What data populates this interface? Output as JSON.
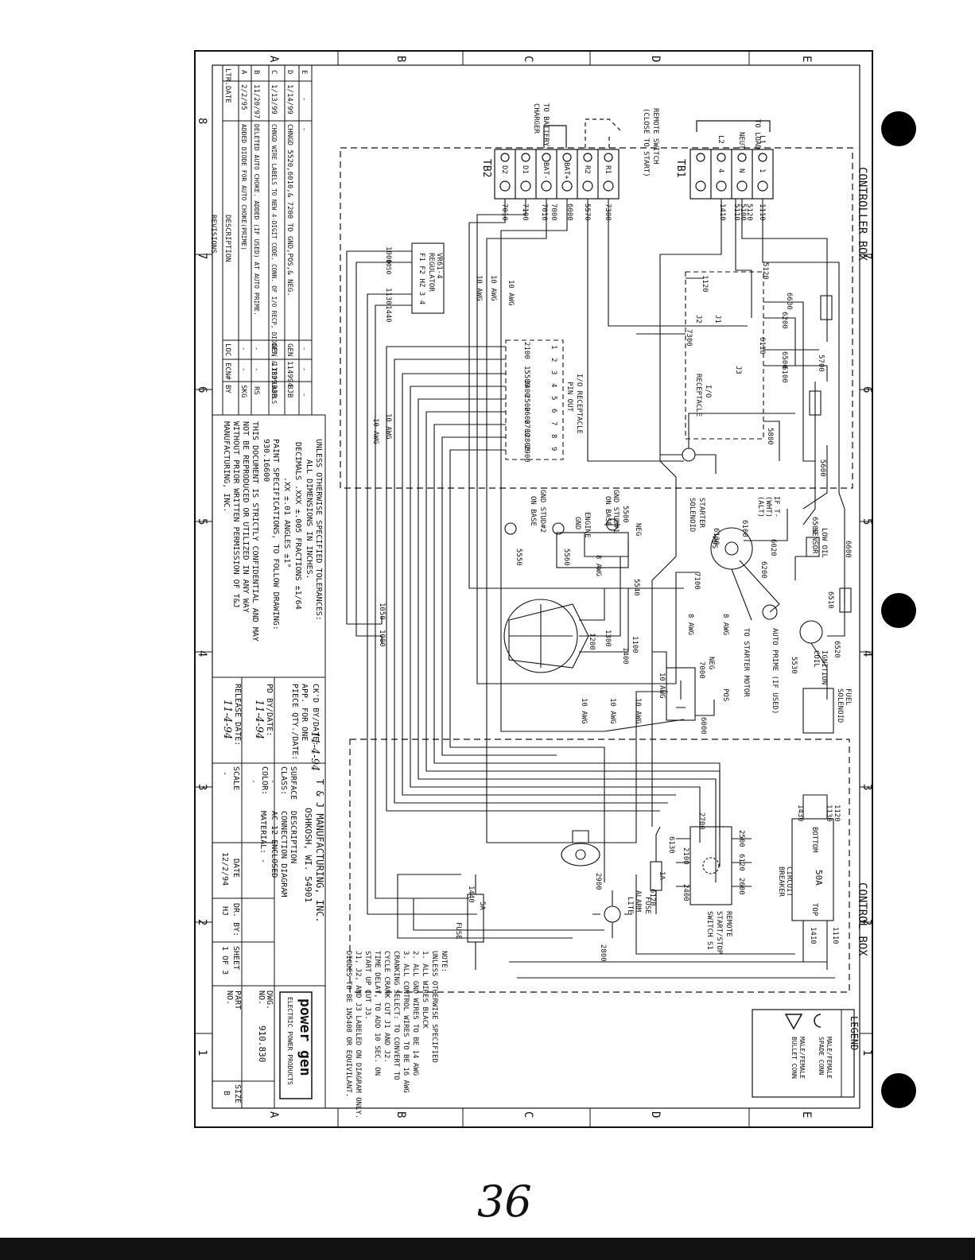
{
  "sheet": {
    "grid_letters": [
      "A",
      "B",
      "C",
      "D",
      "E"
    ],
    "grid_numbers": [
      "8",
      "7",
      "6",
      "5",
      "4",
      "3",
      "2",
      "1"
    ],
    "page_number": "36"
  },
  "boxes": {
    "controller_box": "CONTROLLER BOX",
    "control_box": "CONTROL BOX"
  },
  "tb1": {
    "label": "TB1",
    "to_load": "TO LOAD",
    "terminals": [
      "L1",
      "NEUT",
      "L2"
    ],
    "positions": [
      "1",
      "N",
      "4"
    ],
    "wires": [
      "1110",
      "5120",
      "5100",
      "5110",
      "1410"
    ]
  },
  "tb2": {
    "label": "TB2",
    "remote_switch": [
      "REMOTE SWITCH",
      "(CLOSE TO START)"
    ],
    "battery_charger": [
      "TO BATTERY",
      "CHARGER"
    ],
    "positions": [
      "R1",
      "R2",
      "BAT+",
      "BAT-",
      "D1",
      "D2"
    ],
    "wires": [
      "7300",
      "5570",
      "6000",
      "7000",
      "7010",
      "7100",
      "7010"
    ]
  },
  "regulator": {
    "label": [
      "VR61-4",
      "REGULATOR"
    ],
    "pins": "F1 F2 HZ 3 4",
    "wires": [
      "1000",
      "1050",
      "1130",
      "1440"
    ]
  },
  "io_pinout": {
    "title": [
      "I/O RECEPTACLE",
      "PIN OUT"
    ],
    "pins": [
      "1",
      "2",
      "3",
      "4",
      "5",
      "6",
      "7",
      "8",
      "9"
    ],
    "wires": [
      "2100",
      "15580",
      "2400",
      "2500",
      "2600",
      "2700",
      "12800",
      "2900"
    ]
  },
  "io_receptacle": {
    "label": [
      "I/O",
      "RECEPTACLE"
    ],
    "jumpers": [
      "J1",
      "J2",
      "J3"
    ],
    "wires": [
      "6600",
      "5120",
      "1120",
      "7300",
      "6200",
      "6110",
      "6500",
      "6100",
      "5700",
      "5800",
      "5600"
    ]
  },
  "awg_labels": [
    "10 AWG",
    "8 AWG",
    "10 AWG"
  ],
  "engine": {
    "gnd_stud1": [
      "GND STUD#1",
      "ON BASE"
    ],
    "gnd_stud2": [
      "GND STUD#2",
      "ON BASE"
    ],
    "engine_gnd": [
      "ENGINE",
      "GND"
    ],
    "neg": "NEG",
    "starter_solenoid": [
      "STARTER",
      "SOLENOID"
    ],
    "pos": "POS",
    "if_t_wht": [
      "IF T-",
      "(WHT)",
      "(ALT)"
    ],
    "low_oil": [
      "LOW OIL",
      "SENSOR"
    ],
    "to_starter_motor": "TO STARTER MOTOR",
    "auto_prime": "AUTO PRIME (IF USED)",
    "ignition_coil": [
      "IGNITION",
      "COIL"
    ],
    "fuel_solenoid": [
      "FUEL",
      "SOLENOID"
    ],
    "wires": [
      "6130",
      "6100",
      "6020",
      "6200",
      "6500",
      "6600",
      "6510",
      "6520",
      "5530",
      "5540",
      "7100",
      "5550",
      "5560",
      "5500"
    ]
  },
  "alternator": {
    "wires": [
      "1050",
      "1000",
      "1200",
      "1300",
      "1100",
      "1400"
    ]
  },
  "battery": {
    "wires": [
      "7000",
      "6000"
    ],
    "neg": "NEG",
    "pos": "POS"
  },
  "control_box_parts": {
    "breaker": [
      "CIRCUIT",
      "BREAKER"
    ],
    "breaker_rating": "50A",
    "breaker_top": "TOP",
    "breaker_bottom": "BOTTOM",
    "switch": [
      "REMOTE",
      "START/STOP",
      "SWITCH S1"
    ],
    "fuse_1a": "1A",
    "fuse_label": "FUSE",
    "fuse_5a": "5A",
    "alarm_lite": [
      "ALARM",
      "LITE"
    ],
    "wires": [
      "2700",
      "2500",
      "2100",
      "6120",
      "2400",
      "2600",
      "2900",
      "2800",
      "1440",
      "6130",
      "6120",
      "1430",
      "1120",
      "1130",
      "1410",
      "1110"
    ]
  },
  "note": {
    "lines": [
      "NOTE:",
      "UNLESS OTHERWISE SPECIFIED",
      "1. ALL WIRES BLACK",
      "2. ALL GND WIRES TO BE 14 AWG",
      "3. ALL CONTROL WIRES TO BE 16 AWG",
      "CRANKING SELECT: TO CONVERT TO",
      "CYCLE CRANK CUT J1 AND J2.",
      "TIME DELAY, TO ADD 10 SEC. ON",
      "START UP CUT J3.",
      "J1, J2, AND J3 LABELED ON DIAGRAM ONLY.",
      "DIODES TO BE 1N5408 OR EQUIVILANT."
    ]
  },
  "legend": {
    "title": "LEGEND",
    "items": [
      {
        "symbol": "spade-connector-icon",
        "text": [
          "MALE/FEMALE",
          "SPADE CONN"
        ]
      },
      {
        "symbol": "bullet-connector-icon",
        "text": [
          "MALE/FEMALE",
          "BULLET CONN"
        ]
      }
    ]
  },
  "revisions": {
    "header": [
      "LTR.",
      "DATE",
      "DESCRIPTION",
      "LOC",
      "ECN#",
      "BY"
    ],
    "title": "REVISIONS",
    "rows": [
      {
        "ltr": "E",
        "date": "-",
        "desc": "-",
        "loc": "-",
        "ecn": "-",
        "by": "-"
      },
      {
        "ltr": "D",
        "date": "1/14/99",
        "desc": "CHNGD 5520,6010,& 7200 TO GND,POS,& NEG.",
        "loc": "GEN",
        "ecn": "114994",
        "by": "BJB"
      },
      {
        "ltr": "C",
        "date": "1/13/99",
        "desc": "CHNGD WIRE LABELS TO NEW 4-DIGIT CODE. CONN. OF I/O RECP, DIODES, & TB2 LABELS",
        "loc": "GEN",
        "ecn": "11399",
        "by": "BJB"
      },
      {
        "ltr": "B",
        "date": "11/20/97",
        "desc": "DELETED AUTO CHOKE. ADDED (IF USED) AT AUTO PRIME.",
        "loc": "-",
        "ecn": "-",
        "by": "RS"
      },
      {
        "ltr": "A",
        "date": "2/2/95",
        "desc": "ADDED DIODE FOR AUTO CHOKE(PRIME)",
        "loc": "-",
        "ecn": "-",
        "by": "SKG"
      }
    ]
  },
  "tolerances": {
    "lines": [
      "UNLESS OTHERWISE SPECIFIED TOLERANCES:",
      "ALL DIMENSIONS IN INCHES.",
      "DECIMALS .XXX ±.005     FRACTIONS ±1/64",
      ".XX ±.01          ANGLES ±1°",
      "PAINT SPECIFICATIONS, TO FOLLOW DRAWING:",
      "930.16600",
      "THIS DOCUMENT IS STRICTLY CONFIDENTIAL AND MAY",
      "NOT BE REPRODUCED OR UTILIZED IN ANY WAY",
      "WITHOUT PRIOR WRITTEN PERMISSION OF T&J",
      "MANUFACTURING, INC."
    ]
  },
  "approvals": {
    "ckd_by": "CK'D BY/DATE:",
    "ckd_value": "11-4-94",
    "app_for_one": "APP. FOR ONE",
    "piece_qty": "PIECE QTY./DATE:",
    "pd_by": "PD BY/DATE:",
    "pd_value": "11-4-94",
    "release_date": "RELEASE DATE:",
    "release_value": "11-4-94"
  },
  "company": {
    "name": "T & J MANUFACTURING, INC.",
    "address": "OSHKOSH, WI. 54901",
    "logo_brand": "power gen",
    "logo_tag": "ELECTRIC POWER PRODUCTS"
  },
  "title_block": {
    "surface_label": "SURFACE",
    "class_label": "CLASS:",
    "class_value": "-",
    "description_label": "DESCRIPTION",
    "description": [
      "CONNECTION DIAGRAM",
      "AC 12 ENCLOSED"
    ],
    "color_label": "COLOR:",
    "color_value": "-",
    "material_label": "MATERIAL:",
    "material_value": "-",
    "scale_label": "SCALE",
    "scale_value": "-",
    "date_label": "DATE",
    "date_value": "12/2/94",
    "dr_by_label": "DR. BY:",
    "dr_by_value": "HJ",
    "sheet_label": "SHEET",
    "sheet_value": "1 OF 3",
    "dwg_label": [
      "DWG.",
      "NO."
    ],
    "dwg_value": "910.830",
    "part_label": [
      "PART",
      "NO."
    ],
    "size_label": "SIZE",
    "size_value": "B"
  },
  "colors": {
    "ink": "#111111",
    "paper": "#ffffff"
  }
}
